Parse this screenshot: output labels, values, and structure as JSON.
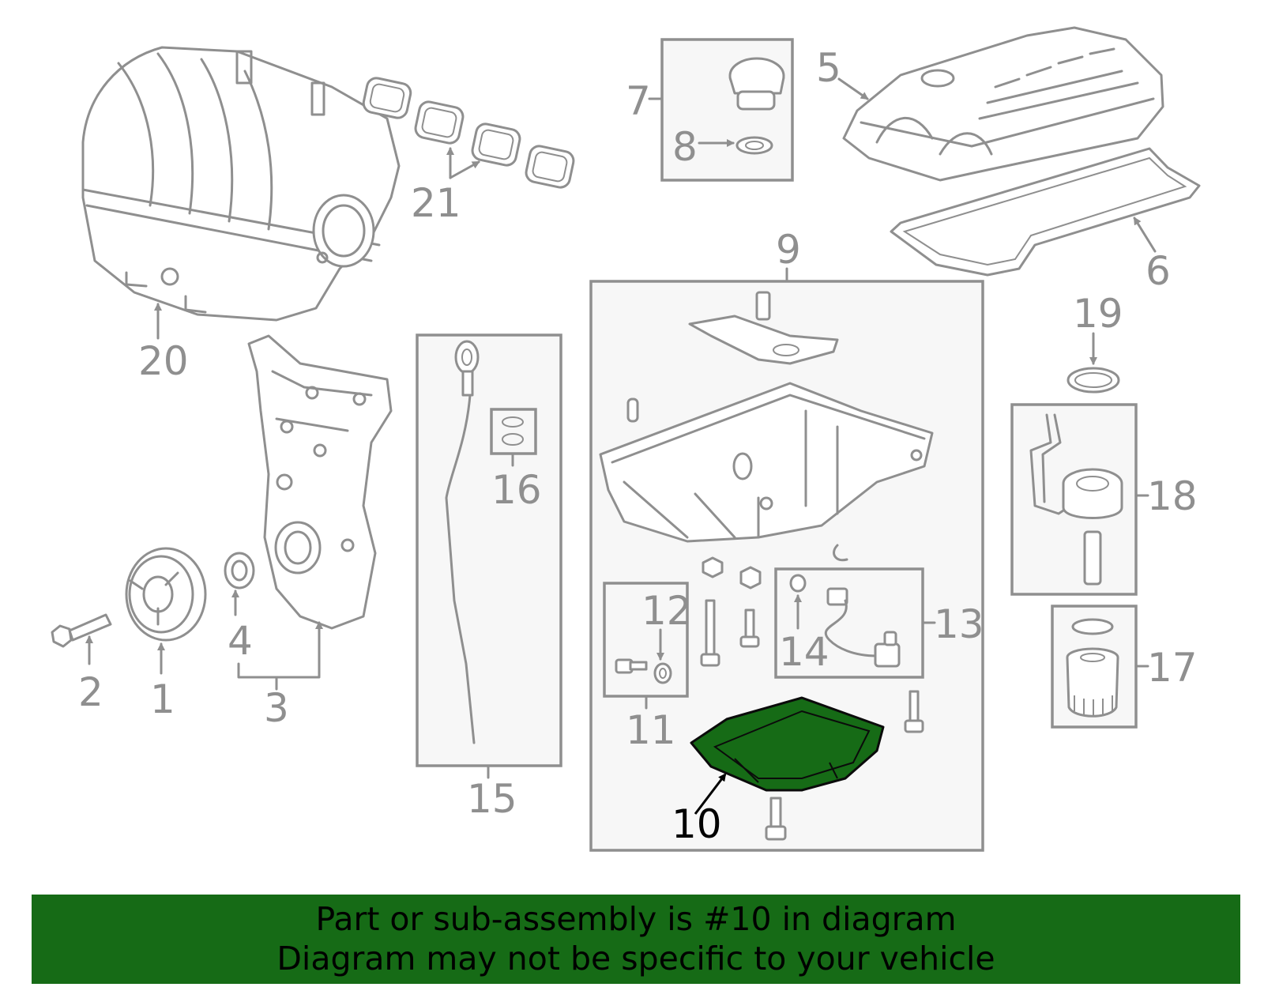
{
  "callouts": {
    "p1": "1",
    "p2": "2",
    "p3": "3",
    "p4": "4",
    "p5": "5",
    "p6": "6",
    "p7": "7",
    "p8": "8",
    "p9": "9",
    "p10": "10",
    "p11": "11",
    "p12": "12",
    "p13": "13",
    "p14": "14",
    "p15": "15",
    "p16": "16",
    "p17": "17",
    "p18": "18",
    "p19": "19",
    "p20": "20",
    "p21": "21"
  },
  "highlighted_part": "10",
  "colors": {
    "highlight": "#166b16",
    "line": "#8f8f8f",
    "box_fill": "#f7f7f7"
  },
  "banner": {
    "line1": "Part or sub-assembly is #10 in diagram",
    "line2": "Diagram may not be specific to your vehicle"
  }
}
